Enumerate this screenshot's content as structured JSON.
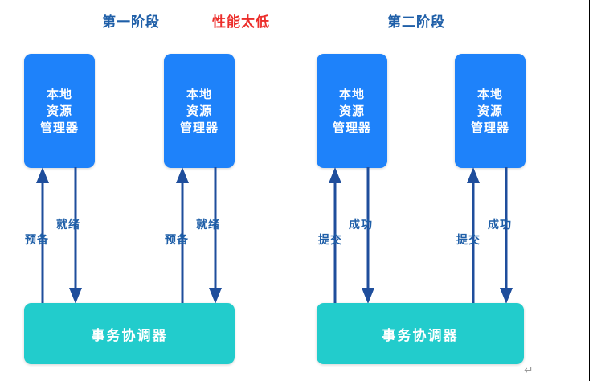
{
  "diagram": {
    "title_left": "第一阶段",
    "title_note": "性能太低",
    "title_right": "第二阶段",
    "colors": {
      "resource_manager_fill": "#1E82FA",
      "coordinator_fill": "#22CCCC",
      "arrow": "#1F4E9C",
      "title_blue": "#1F5FA8",
      "title_red": "#EC2E2B",
      "background": "#FFFFFF"
    },
    "resource_manager_lines": [
      "本地",
      "资源",
      "管理器"
    ],
    "coordinator_label": "事务协调器",
    "phases": [
      {
        "name": "第一阶段",
        "up_label": "预备",
        "down_label": "就绪",
        "coordinator": "事务协调器",
        "nodes": [
          "本地资源管理器",
          "本地资源管理器"
        ]
      },
      {
        "name": "第二阶段",
        "up_label": "提交",
        "down_label": "成功",
        "coordinator": "事务协调器",
        "nodes": [
          "本地资源管理器",
          "本地资源管理器"
        ]
      }
    ],
    "arrow_labels": {
      "p1_a_up": "预备",
      "p1_a_down": "就绪",
      "p1_b_up": "预备",
      "p1_b_down": "就绪",
      "p2_a_up": "提交",
      "p2_a_down": "成功",
      "p2_b_up": "提交",
      "p2_b_down": "成功"
    },
    "page_mark": "↵"
  }
}
